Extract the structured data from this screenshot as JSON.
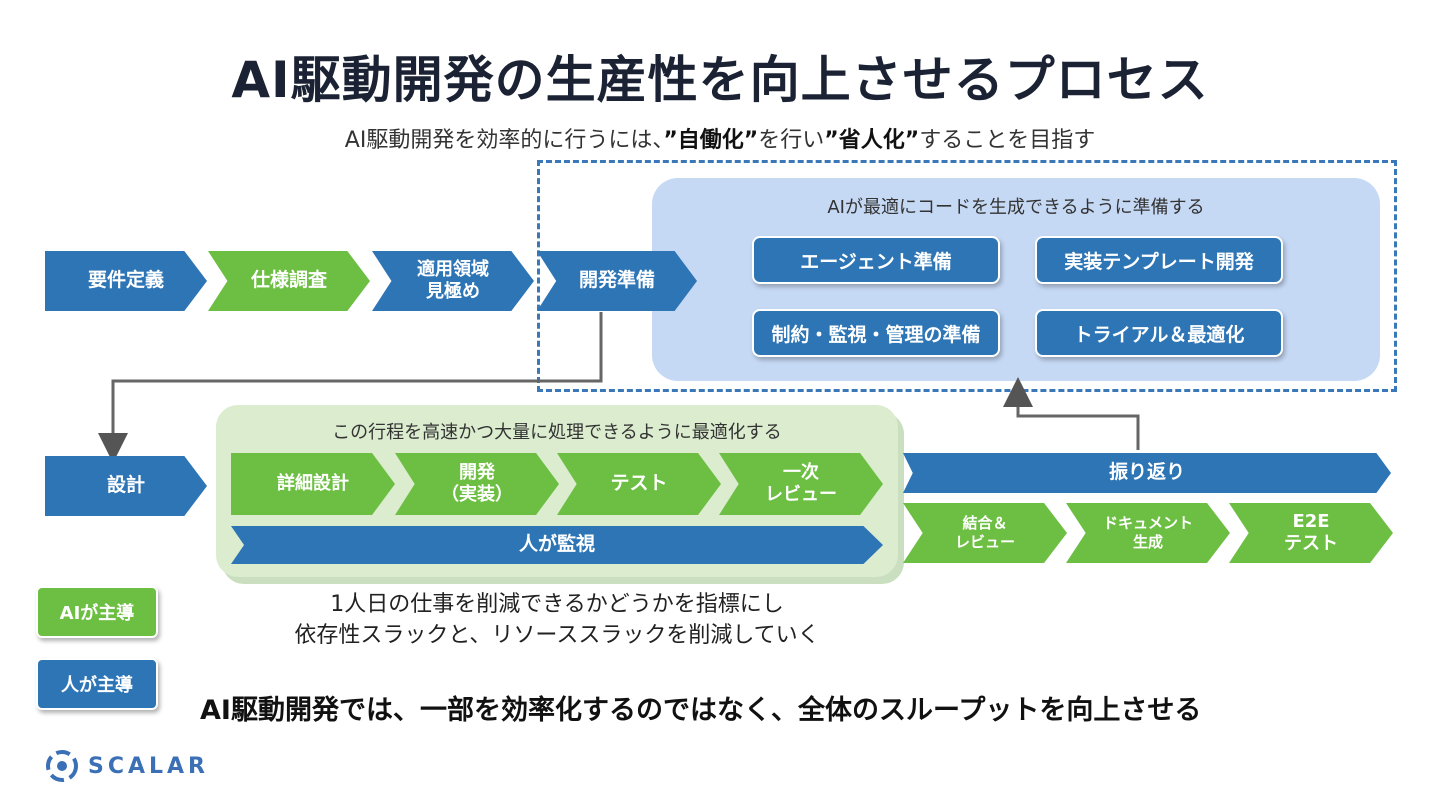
{
  "title": "AI駆動開発の生産性を向上させるプロセス",
  "subtitle": {
    "part1": "AI駆動開発を効率的に行うには、",
    "bold1": "”自働化”",
    "part2": "を行い",
    "bold2": "”省人化”",
    "part3": "することを目指す"
  },
  "top_flow": [
    "要件定義",
    "仕様調査",
    "適用領域\n見極め",
    "開発準備"
  ],
  "prep_panel": {
    "caption": "AIが最適にコードを生成できるように準備する",
    "items": [
      "エージェント準備",
      "実装テンプレート開発",
      "制約・監視・管理の準備",
      "トライアル＆最適化"
    ]
  },
  "design": "設計",
  "dev_panel": {
    "caption": "この行程を高速かつ大量に処理できるように最適化する",
    "steps": [
      "詳細設計",
      "開発\n（実装）",
      "テスト",
      "一次\nレビュー"
    ],
    "monitor": "人が監視"
  },
  "feedback": "振り返り",
  "right_steps": [
    "結合＆\nレビュー",
    "ドキュメント\n生成",
    "E2E\nテスト"
  ],
  "legend": {
    "ai": "AIが主導",
    "human": "人が主導"
  },
  "note": {
    "line1": "1人日の仕事を削減できるかどうかを指標にし",
    "line2": "依存性スラックと、リソーススラックを削減していく"
  },
  "bottom_message": "AI駆動開発では、一部を効率化するのではなく、全体のスループットを向上させる",
  "logo": "SCALAR",
  "colors": {
    "blue": "#2e75b6",
    "green": "#6dbf43",
    "dash": "#3a78b8",
    "panel_blue": "#c5d8f4",
    "panel_green": "#dbeccf"
  }
}
